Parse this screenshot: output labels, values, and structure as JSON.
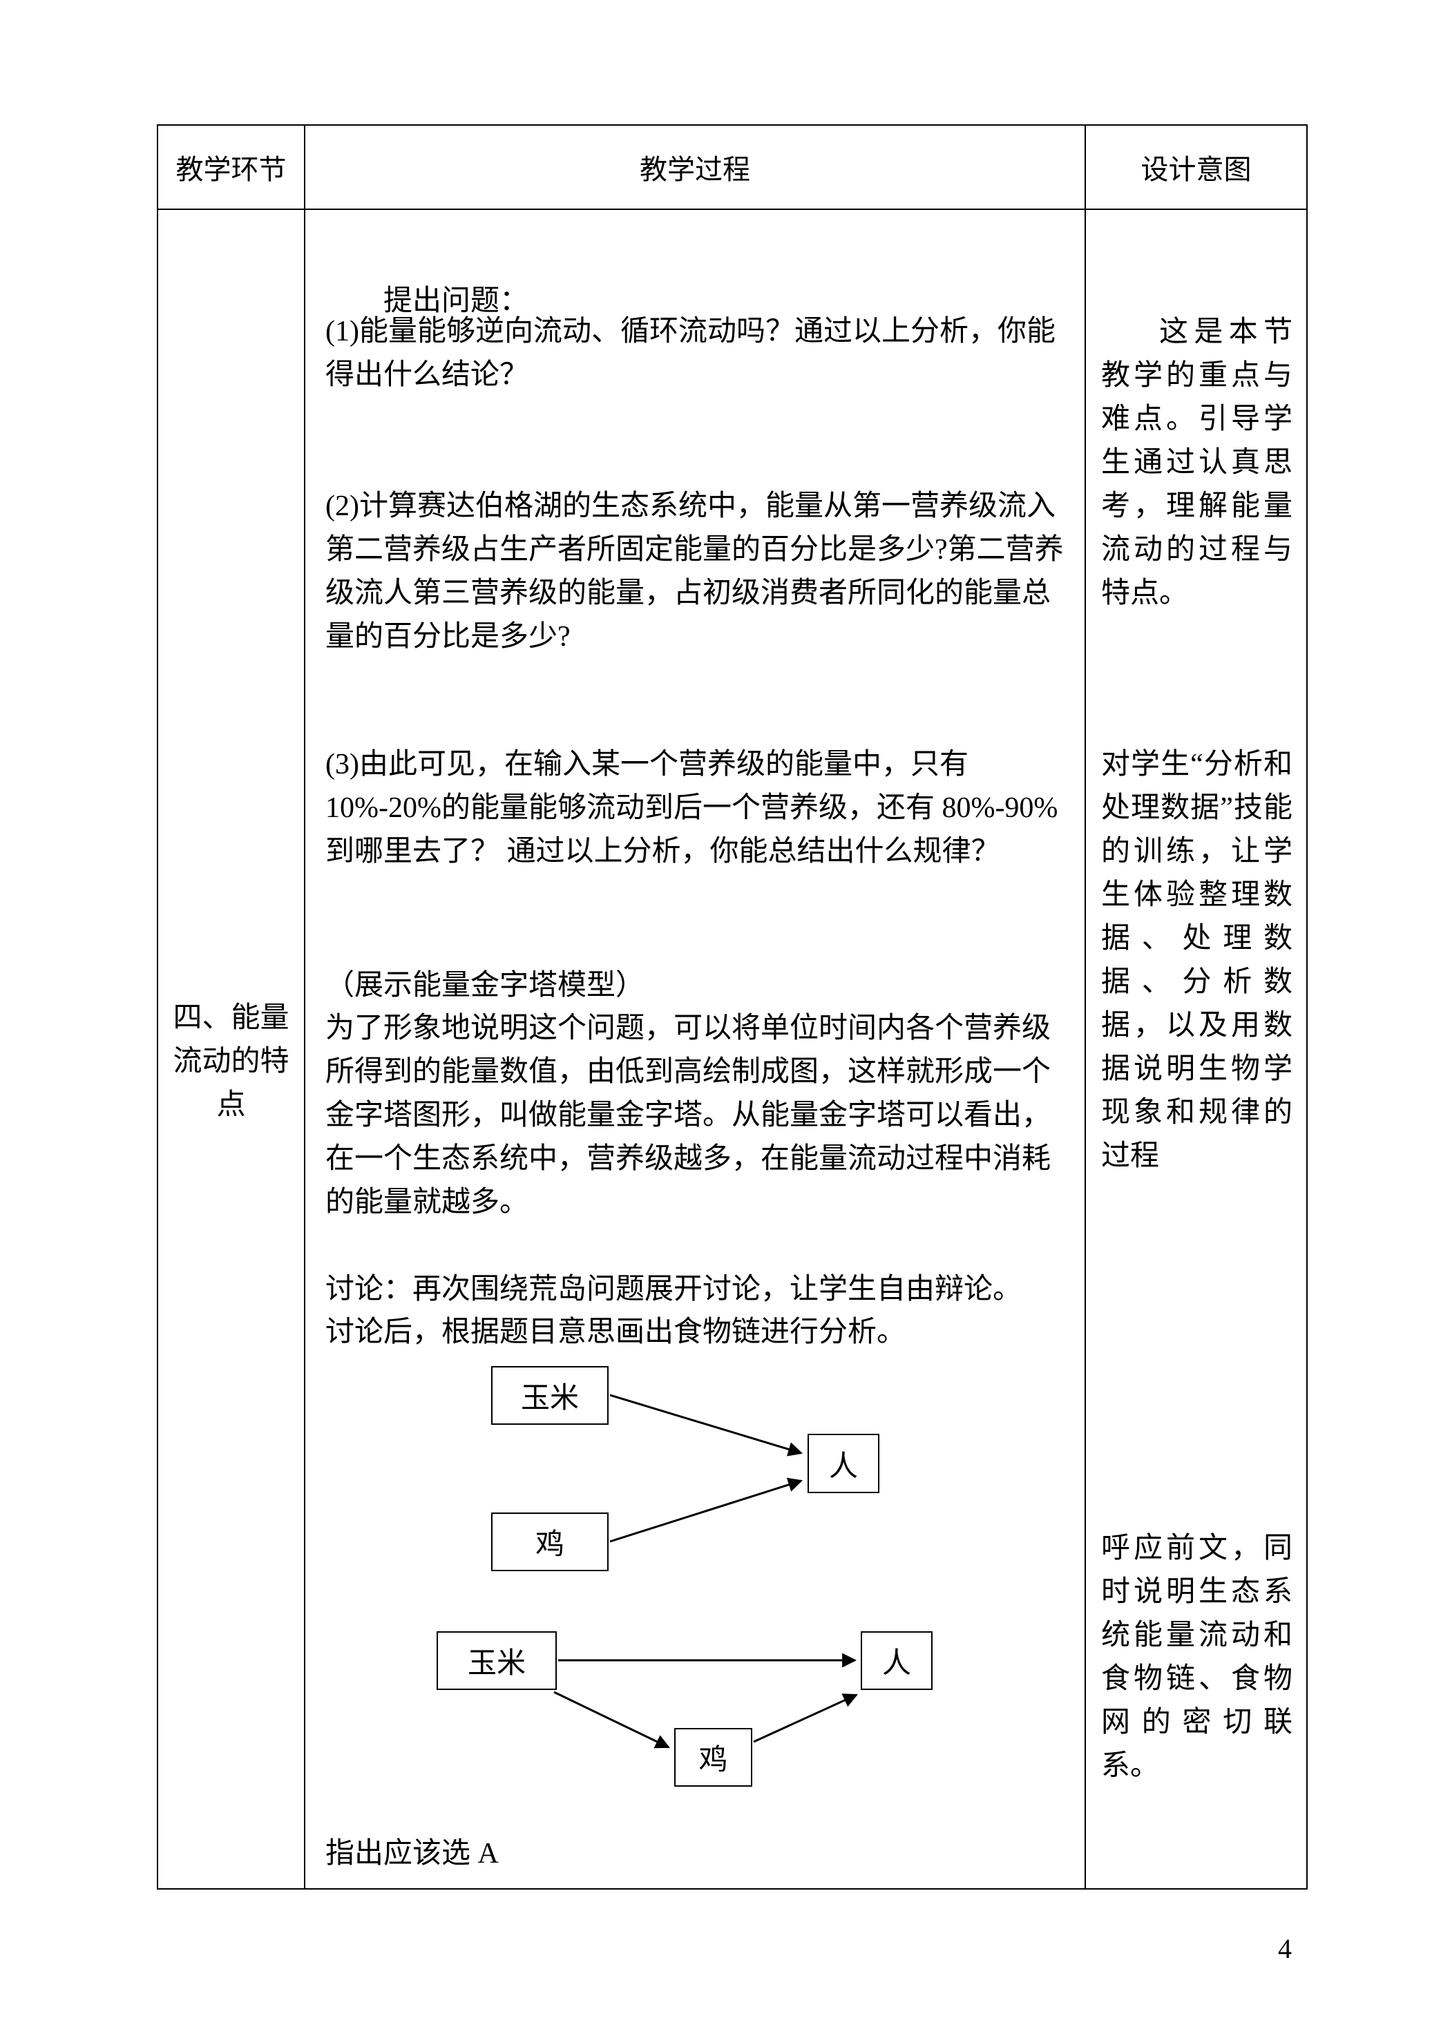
{
  "page": {
    "number": "4"
  },
  "table": {
    "headers": {
      "col1": "教学环节",
      "col2": "教学过程",
      "col3": "设计意图"
    },
    "left_column": {
      "lines": [
        "四、能量",
        "流动的特",
        "点"
      ]
    },
    "process": {
      "ask_label": "提出问题：",
      "q1": "(1)能量能够逆向流动、循环流动吗？通过以上分析，你能得出什么结论？",
      "q2": "(2)计算赛达伯格湖的生态系统中，能量从第一营养级流入第二营养级占生产者所固定能量的百分比是多少?第二营养级流人第三营养级的能量，占初级消费者所同化的能量总量的百分比是多少?",
      "q3": "(3)由此可见，在输入某一个营养级的能量中，只有 10%-20%的能量能够流动到后一个营养级，还有 80%-90%到哪里去了？ 通过以上分析，你能总结出什么规律？",
      "pyramid_note": "（展示能量金字塔模型）",
      "pyramid_text": "为了形象地说明这个问题，可以将单位时间内各个营养级所得到的能量数值，由低到高绘制成图，这样就形成一个金字塔图形，叫做能量金字塔。从能量金字塔可以看出，在一个生态系统中，营养级越多，在能量流动过程中消耗的能量就越多。",
      "discussion1": "讨论：再次围绕荒岛问题展开讨论，让学生自由辩论。",
      "discussion2": "讨论后，根据题目意思画出食物链进行分析。",
      "answer_note": "指出应该选 A"
    },
    "diagram1": {
      "corn": "玉米",
      "chicken": "鸡",
      "person": "人"
    },
    "diagram2": {
      "corn": "玉米",
      "chicken": "鸡",
      "person": "人"
    },
    "intent": {
      "block1": "这是本节教学的重点与难点。引导学生通过认真思考，理解能量流动的过程与特点。",
      "block2": "对学生“分析和处理数据”技能的训练，让学生体验整理数据、处理数据、分析数据，以及用数据说明生物学现象和规律的过程",
      "block3": "呼应前文，同时说明生态系统能量流动和食物链、食物网的密切联系。"
    }
  }
}
